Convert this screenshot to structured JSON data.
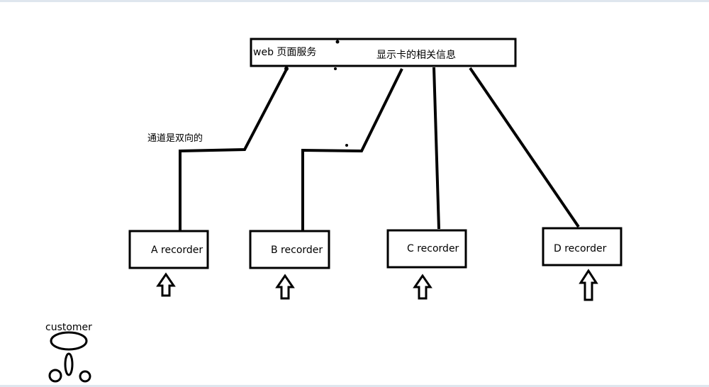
{
  "server": {
    "label_left": "web 页面服务",
    "label_right": "显示卡的相关信息"
  },
  "channel_note": "通道是双向的",
  "recorders": [
    {
      "id": "a",
      "label": "A recorder"
    },
    {
      "id": "b",
      "label": "B recorder"
    },
    {
      "id": "c",
      "label": "C recorder"
    },
    {
      "id": "d",
      "label": "D recorder"
    }
  ],
  "customer": {
    "label": "customer"
  }
}
